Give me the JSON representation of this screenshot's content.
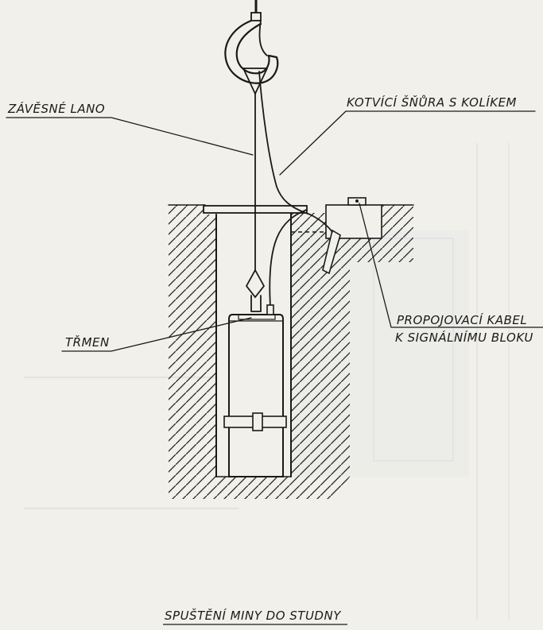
{
  "diagram": {
    "title": "SPUŠTĚNÍ MINY DO STUDNY",
    "labels": {
      "hanging_rope": "ZÁVĚSNÉ LANO",
      "anchor_cord": "KOTVÍCÍ ŠŇŮRA S KOLÍKEM",
      "stirrup": "TŘMEN",
      "connecting_cable_line1": "PROPOJOVACÍ KABEL",
      "connecting_cable_line2": "K SIGNÁLNÍMU BLOKU"
    }
  },
  "colors": {
    "paper": "#f1f0ea",
    "ink": "#1a1a1a",
    "bleed_through": "#b7c2cf"
  }
}
